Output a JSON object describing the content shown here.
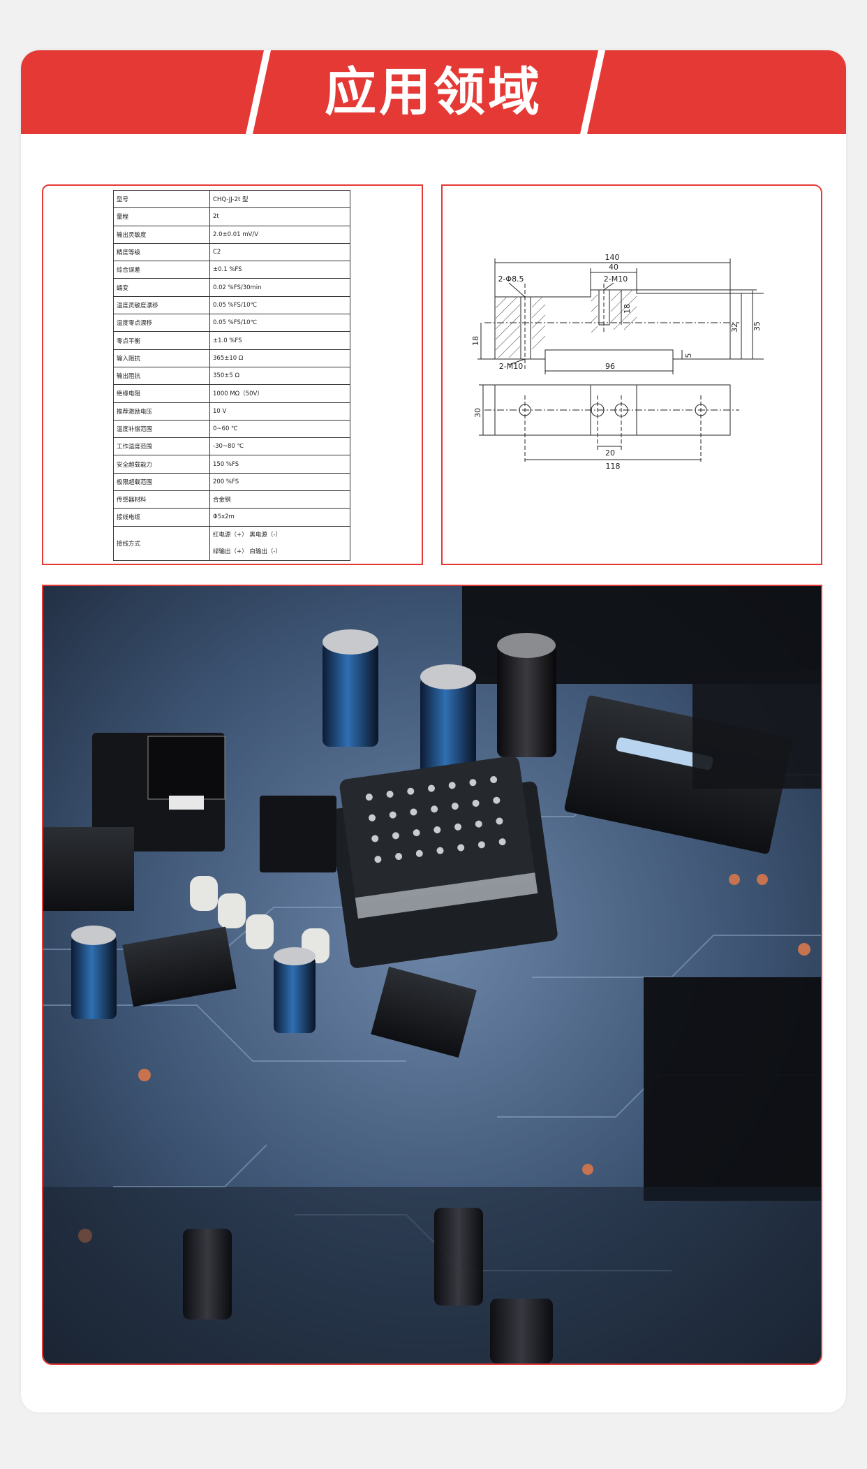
{
  "header": {
    "title": "应用领域"
  },
  "colors": {
    "accent": "#e53935",
    "header_bg": "#e53935",
    "panel_border": "#e53935"
  },
  "spec_table": [
    {
      "label": "型号",
      "value": "CHQ-JJ-2t 型"
    },
    {
      "label": "量程",
      "value": "2t"
    },
    {
      "label": "输出灵敏度",
      "value": "2.0±0.01 mV/V"
    },
    {
      "label": "精度等级",
      "value": "C2"
    },
    {
      "label": "综合误差",
      "value": "±0.1 %FS"
    },
    {
      "label": "蠕变",
      "value": "0.02 %FS/30min"
    },
    {
      "label": "温度灵敏度漂移",
      "value": "0.05 %FS/10℃"
    },
    {
      "label": "温度零点漂移",
      "value": "0.05 %FS/10℃"
    },
    {
      "label": "零点平衡",
      "value": "±1.0 %FS"
    },
    {
      "label": "输入阻抗",
      "value": "365±10 Ω"
    },
    {
      "label": "输出阻抗",
      "value": "350±5 Ω"
    },
    {
      "label": "绝缘电阻",
      "value": "1000 MΩ（50V）"
    },
    {
      "label": "推荐激励电压",
      "value": "10 V"
    },
    {
      "label": "温度补偿范围",
      "value": "0~60 ℃"
    },
    {
      "label": "工作温度范围",
      "value": "-30~80 ℃"
    },
    {
      "label": "安全超载能力",
      "value": "150 %FS"
    },
    {
      "label": "极限超载范围",
      "value": "200 %FS"
    },
    {
      "label": "传感器材料",
      "value": "合金钢"
    },
    {
      "label": "接线电缆",
      "value": "Φ5x2m"
    }
  ],
  "wiring": {
    "label": "接线方式",
    "line1": "红电源（+）    黑电源（-）",
    "line2": "绿输出（+）    白输出（-）"
  },
  "drawing": {
    "dim_140": "140",
    "dim_40": "40",
    "hole_a": "2-Φ8.5",
    "hole_b": "2-M10",
    "dim_18_inner": "18",
    "dim_32": "32",
    "dim_35": "35",
    "dim_18_left": "18",
    "dim_5": "5",
    "hole_c": "2-M10",
    "dim_96": "96",
    "dim_30": "30",
    "dim_20": "20",
    "dim_118": "118"
  },
  "photo": {
    "subject-icon": "circuit-board-photo"
  }
}
